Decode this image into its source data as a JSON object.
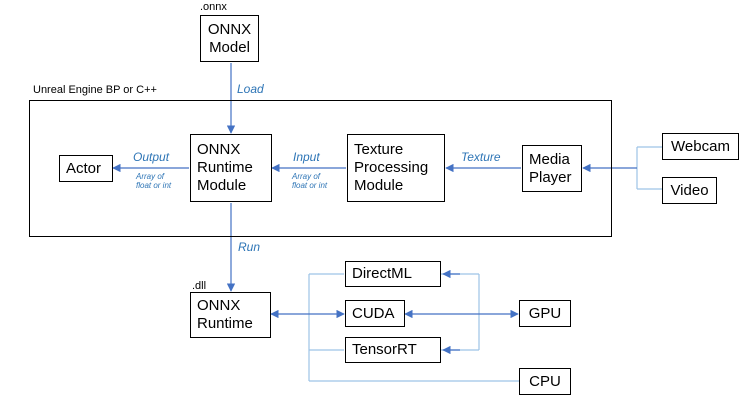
{
  "diagram": {
    "container_label": "Unreal Engine BP or C++",
    "nodes": {
      "onnx_model": {
        "tag": ".onnx",
        "label": "ONNX\nModel"
      },
      "actor": {
        "label": "Actor"
      },
      "runtime_module": {
        "label": "ONNX\nRuntime\nModule"
      },
      "texture_module": {
        "label": "Texture\nProcessing\nModule"
      },
      "media_player": {
        "label": "Media\nPlayer"
      },
      "webcam": {
        "label": "Webcam"
      },
      "video": {
        "label": "Video"
      },
      "onnx_runtime": {
        "tag": ".dll",
        "label": "ONNX\nRuntime"
      },
      "directml": {
        "label": "DirectML"
      },
      "cuda": {
        "label": "CUDA"
      },
      "tensorrt": {
        "label": "TensorRT"
      },
      "gpu": {
        "label": "GPU"
      },
      "cpu": {
        "label": "CPU"
      }
    },
    "edges": {
      "load": "Load",
      "output": "Output",
      "output_note": "Array of\nfloat or int",
      "input": "Input",
      "input_note": "Array of\nfloat or int",
      "texture": "Texture",
      "run": "Run"
    },
    "colors": {
      "arrow": "#4472C4",
      "label": "#2E75B6",
      "line": "#9DC3E6",
      "border": "#000000"
    }
  }
}
